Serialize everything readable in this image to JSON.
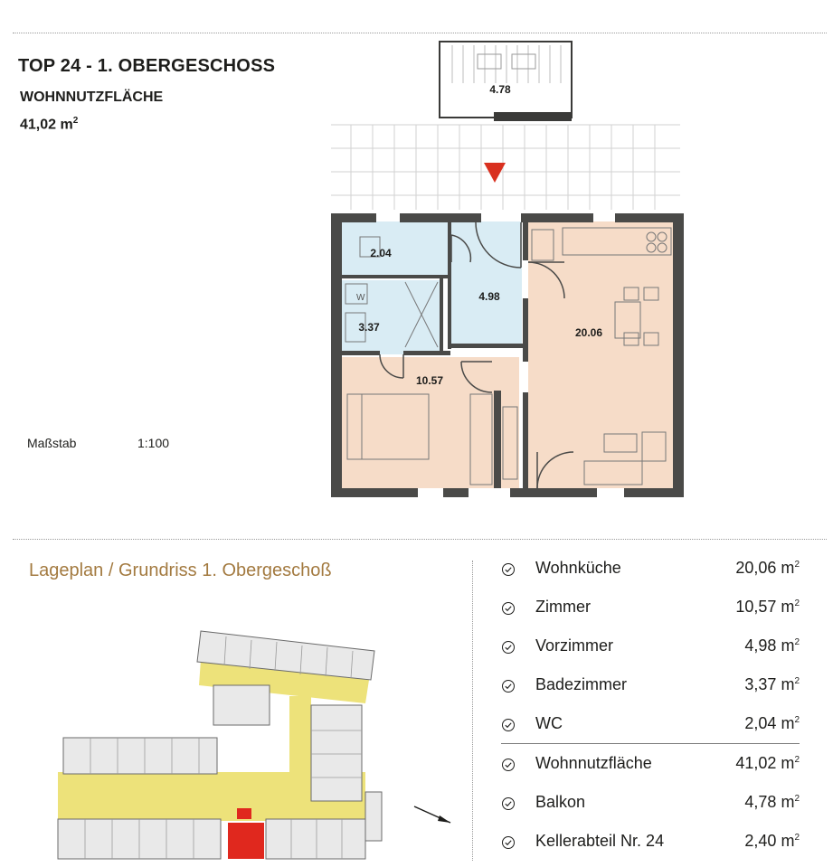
{
  "header": {
    "title": "TOP 24 - 1. OBERGESCHOSS",
    "subtitle": "WOHNNUTZFLÄCHE",
    "area_value": "41,02 m",
    "area_unit_sup": "2"
  },
  "scale": {
    "label": "Maßstab",
    "value": "1:100"
  },
  "floorplan": {
    "rooms": [
      {
        "id": "balkon",
        "label": "4.78"
      },
      {
        "id": "wc",
        "label": "2.04"
      },
      {
        "id": "bad",
        "label": "3.37"
      },
      {
        "id": "vorzimmer",
        "label": "4.98"
      },
      {
        "id": "wohnkueche",
        "label": "20.06"
      },
      {
        "id": "zimmer",
        "label": "10.57"
      }
    ],
    "fixture_w": "W"
  },
  "site_plan": {
    "title": "Lageplan / Grundriss 1. Obergeschoß"
  },
  "room_list": [
    {
      "name": "Wohnküche",
      "area": "20,06 m",
      "sup": "2"
    },
    {
      "name": "Zimmer",
      "area": "10,57 m",
      "sup": "2"
    },
    {
      "name": "Vorzimmer",
      "area": "4,98 m",
      "sup": "2"
    },
    {
      "name": "Badezimmer",
      "area": "3,37 m",
      "sup": "2"
    },
    {
      "name": "WC",
      "area": "2,04 m",
      "sup": "2"
    },
    {
      "name": "Wohnnutzfläche",
      "area": "41,02 m",
      "sup": "2"
    },
    {
      "name": "Balkon",
      "area": "4,78 m",
      "sup": "2"
    },
    {
      "name": "Kellerabteil Nr. 24",
      "area": "2,40 m",
      "sup": "2"
    }
  ],
  "colors": {
    "wall": "#4a4a48",
    "room_fill": "#f6dcc8",
    "wet_fill": "#d9ecf4",
    "marker": "#d9301f",
    "accent_text": "#a37a40",
    "corridor": "#ede27a",
    "highlight": "#e0281e"
  }
}
